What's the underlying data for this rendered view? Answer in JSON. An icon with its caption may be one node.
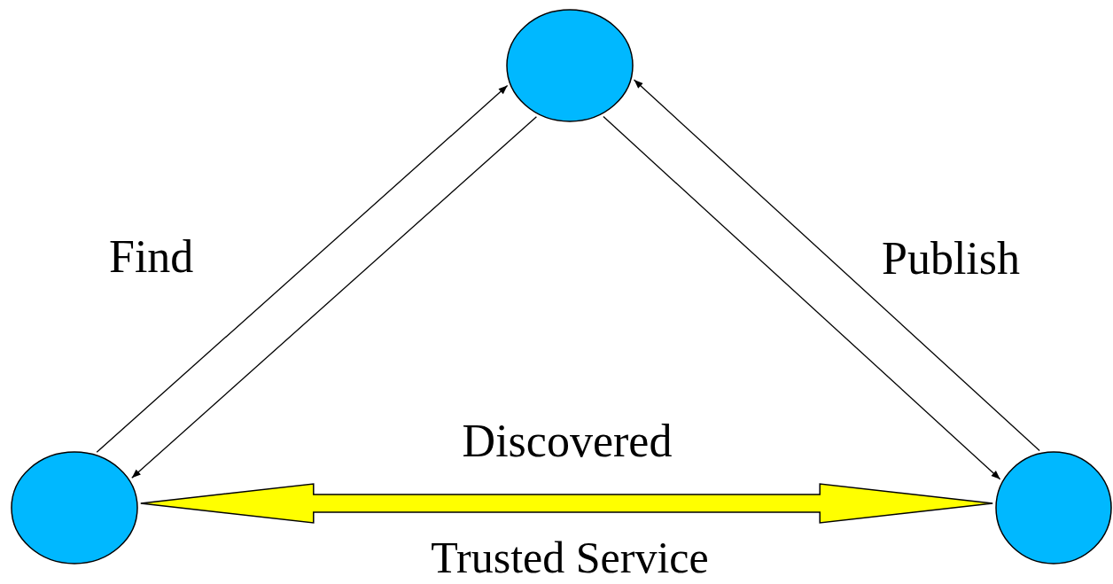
{
  "diagram": {
    "nodes": [
      {
        "text": [],
        "shape": "circle"
      },
      {
        "text": [],
        "shape": "circle"
      },
      {
        "text": [],
        "shape": "circle"
      }
    ],
    "edges": [
      {
        "from": 1,
        "to": 0,
        "arrow": "to",
        "label": "Find"
      },
      {
        "from": 0,
        "to": 1,
        "arrow": "to"
      },
      {
        "from": 0,
        "to": 2,
        "arrow": "to"
      },
      {
        "from": 2,
        "to": 0,
        "arrow": "to",
        "label": "Publish"
      },
      {
        "from": 1,
        "to": 2,
        "arrow": "both",
        "label": "Discovered",
        "style": "thick",
        "color": "#ffff00"
      }
    ],
    "labels": [
      "Trusted Service"
    ]
  }
}
